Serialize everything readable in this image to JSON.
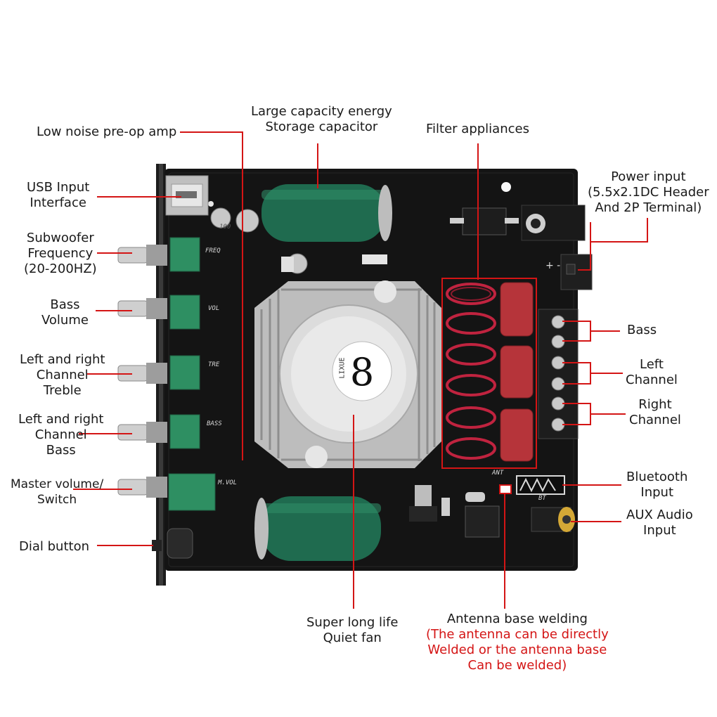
{
  "labels": {
    "low_noise": "Low noise pre-op amp",
    "capacitor": [
      "Large capacity energy",
      "Storage capacitor"
    ],
    "filter": "Filter appliances",
    "power": [
      "Power input",
      "(5.5x2.1DC Header",
      "And 2P Terminal)"
    ],
    "usb": [
      "USB Input",
      "Interface"
    ],
    "sub_freq": [
      "Subwoofer",
      "Frequency",
      "(20-200HZ)"
    ],
    "bass_vol": [
      "Bass",
      "Volume"
    ],
    "lr_treble": [
      "Left and right",
      "Channel",
      "Treble"
    ],
    "lr_bass": [
      "Left and right",
      "Channel",
      "Bass"
    ],
    "master": [
      "Master volume/",
      "Switch"
    ],
    "dial": "Dial button",
    "bass_out": "Bass",
    "left_ch": [
      "Left",
      "Channel"
    ],
    "right_ch": [
      "Right",
      "Channel"
    ],
    "bluetooth": [
      "Bluetooth",
      "Input"
    ],
    "aux": [
      "AUX Audio",
      "Input"
    ],
    "fan": [
      "Super long life",
      "Quiet fan"
    ],
    "antenna_title": "Antenna base welding",
    "antenna_note": [
      "(The antenna can be directly",
      "Welded or the antenna base",
      "Can be welded)"
    ]
  },
  "board": {
    "silk_freq": "FREQ",
    "silk_vol": "VOL",
    "silk_tre": "TRE",
    "silk_bass": "BASS",
    "silk_mvol": "M.VOL",
    "silk_ant": "ANT",
    "silk_bt": "BT",
    "cap_value": "100",
    "fan_brand": "LIXUE",
    "fan_logo": "8"
  },
  "colors": {
    "callout_line": "#d41515",
    "board": "#141414",
    "capacitor": "#1f6b4f",
    "coil": "#c0233f",
    "film_cap": "#b6343a",
    "potentiometer": "#2e8f62"
  }
}
